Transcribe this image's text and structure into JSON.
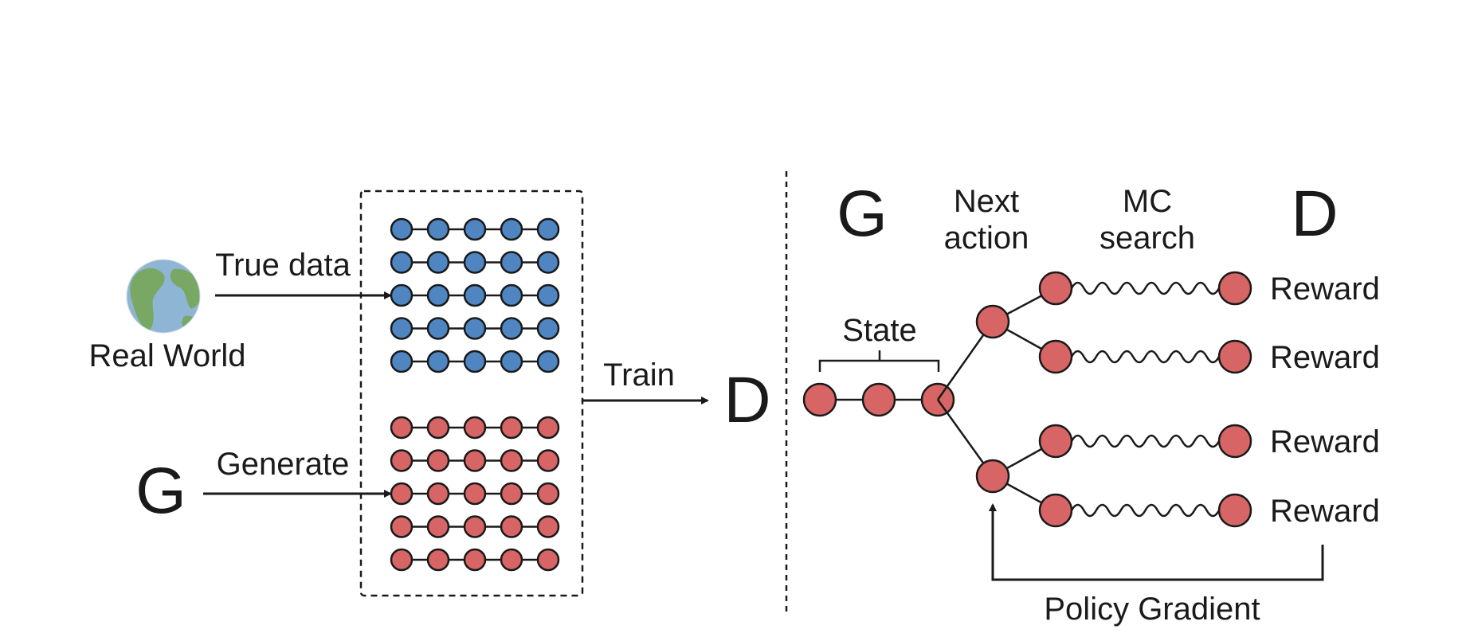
{
  "left": {
    "real_world_label": "Real World",
    "true_data_label": "True data",
    "generator_symbol": "G",
    "generate_label": "Generate",
    "train_label": "Train",
    "discriminator_symbol": "D"
  },
  "right": {
    "generator_symbol": "G",
    "next_action_label": [
      "Next",
      "action"
    ],
    "mc_search_label": [
      "MC",
      "search"
    ],
    "discriminator_symbol": "D",
    "state_label": "State",
    "reward_labels": [
      "Reward",
      "Reward",
      "Reward",
      "Reward"
    ],
    "policy_gradient_label": "Policy Gradient"
  },
  "grid": {
    "real_rows": 5,
    "generated_rows": 5,
    "nodes_per_row": 5
  },
  "colors": {
    "real_node": "#4f86c1",
    "generated_node": "#d76565",
    "ink": "#1a1a1a",
    "globe_ocean": "#8fb5d4",
    "globe_land": "#78a864"
  },
  "icons": [
    "globe-icon"
  ]
}
